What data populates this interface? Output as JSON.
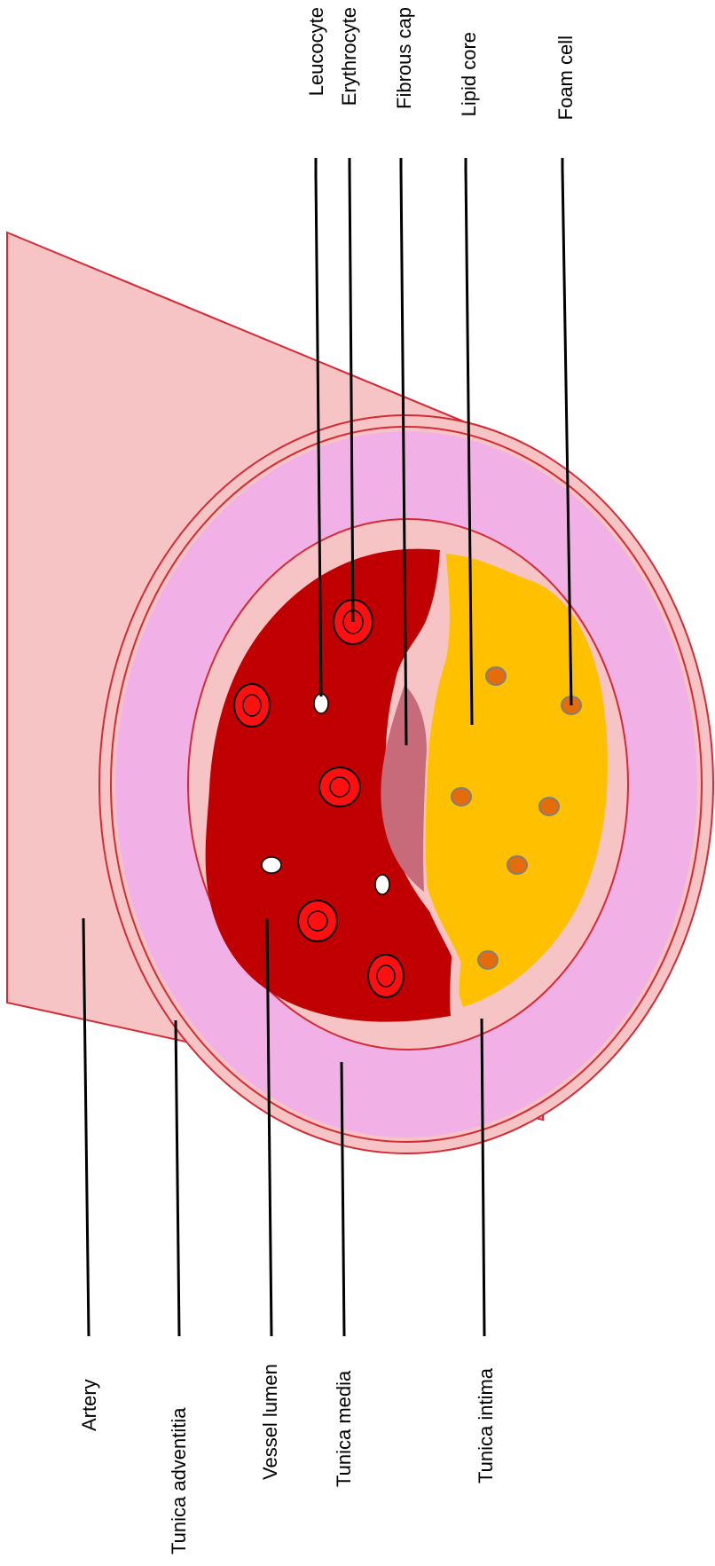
{
  "labels": {
    "leucocyte": "Leucocyte",
    "erythrocyte": "Erythrocyte",
    "fibrous_cap": "Fibrous cap",
    "lipid_core": "Lipid core",
    "foam_cell": "Foam cell",
    "artery": "Artery",
    "tunica_adventitia": "Tunica adventitia",
    "vessel_lumen": "Vessel lumen",
    "tunica_media": "Tunica media",
    "tunica_intima": "Tunica intima"
  },
  "colors": {
    "artery_body": "#f6c4c4",
    "outline": "#d42a35",
    "tunica_media": "#f2b1e6",
    "lumen": "#c00000",
    "lipid_core": "#ffc000",
    "fibrous_cap": "#c76a7a",
    "erythrocyte": "#ff1010",
    "leucocyte": "#ffffff",
    "foam_cell": "#e46c0a"
  }
}
